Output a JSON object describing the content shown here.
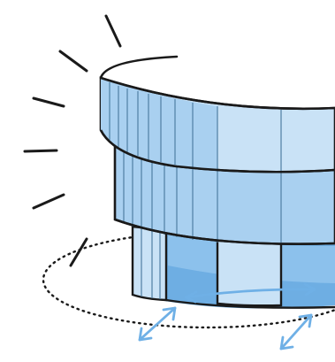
{
  "illustration": {
    "subject": "cylindrical-building",
    "colors": {
      "background": "#ffffff",
      "outline": "#1a1a1a",
      "glass_light": "#c9e2f6",
      "glass_mid": "#a9d0f0",
      "glass_dark": "#6eaee3",
      "glass_lines": "#4f7fa3",
      "arrow": "#6fb0e6",
      "dotted_path": "#1a1a1a"
    },
    "elements": [
      "building-icon",
      "spark-rays",
      "dotted-orbit-path",
      "rotation-arrows"
    ]
  }
}
